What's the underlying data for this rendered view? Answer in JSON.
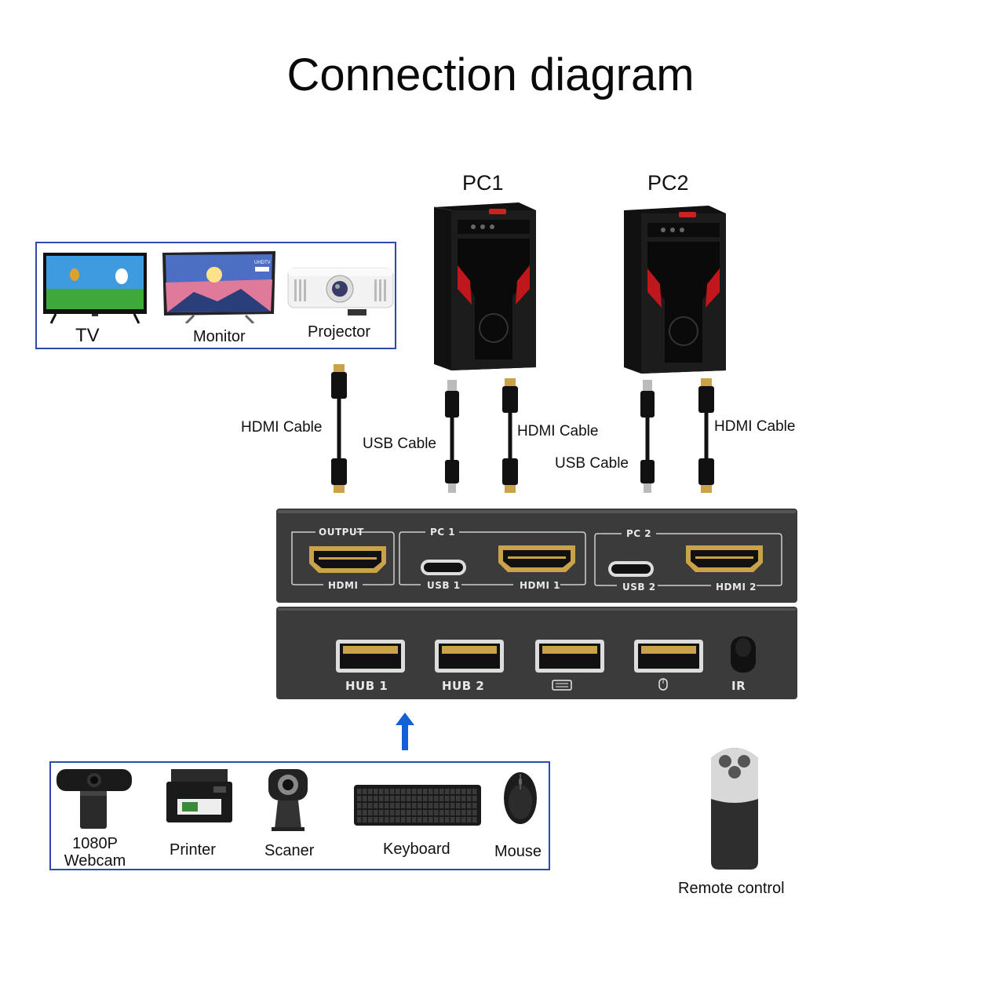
{
  "title": "Connection diagram",
  "pcs": [
    {
      "label": "PC1"
    },
    {
      "label": "PC2"
    }
  ],
  "displays": [
    {
      "label": "TV",
      "icon": "tv-icon"
    },
    {
      "label": "Monitor",
      "icon": "monitor-icon",
      "badge": "UHDTV"
    },
    {
      "label": "Projector",
      "icon": "projector-icon"
    }
  ],
  "cables": {
    "output_hdmi": "HDMI  Cable",
    "pc1_usb": "USB  Cable",
    "pc1_hdmi": "HDMI  Cable",
    "pc2_usb": "USB  Cable",
    "pc2_hdmi": "HDMI  Cable"
  },
  "kvm_front": {
    "groups": [
      {
        "title": "OUTPUT",
        "ports": [
          "HDMI"
        ]
      },
      {
        "title": "PC 1",
        "ports": [
          "USB 1",
          "HDMI 1"
        ]
      },
      {
        "title": "PC 2",
        "ports": [
          "USB 2",
          "HDMI 2"
        ]
      }
    ]
  },
  "kvm_back": {
    "ports": [
      "HUB  1",
      "HUB  2",
      "keyboard-icon",
      "mouse-icon",
      "IR"
    ]
  },
  "peripherals": [
    {
      "label": "1080P\nWebcam",
      "icon": "webcam-icon"
    },
    {
      "label": "Printer",
      "icon": "printer-icon"
    },
    {
      "label": "Scaner",
      "icon": "scanner-webcam-icon"
    },
    {
      "label": "Keyboard",
      "icon": "keyboard-icon"
    },
    {
      "label": "Mouse",
      "icon": "mouse-icon"
    }
  ],
  "remote": {
    "label": "Remote control",
    "icon": "remote-icon"
  },
  "colors": {
    "arrow": "#1560d8",
    "frame": "#2f4aa8",
    "kvm_body": "#3b3b3b",
    "gold": "#c9a24a"
  }
}
